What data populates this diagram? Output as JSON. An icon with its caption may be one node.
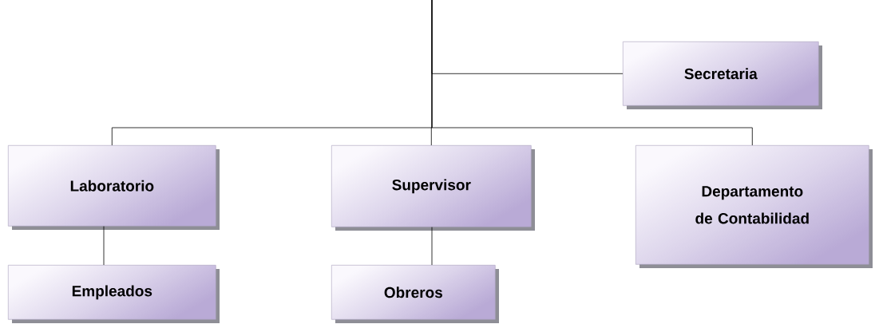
{
  "diagram": {
    "nodes": [
      {
        "text": [
          "Secretaria"
        ]
      },
      {
        "text": [
          "Laboratorio"
        ]
      },
      {
        "text": [
          "Supervisor"
        ]
      },
      {
        "text": [
          "Departamento de Contabilidad"
        ]
      },
      {
        "text": [
          "Empleados"
        ]
      },
      {
        "text": [
          "Obreros"
        ]
      }
    ],
    "edges": [
      {
        "from": null,
        "to": 0,
        "arrow": "none"
      },
      {
        "from": null,
        "to": 1,
        "arrow": "none"
      },
      {
        "from": null,
        "to": 2,
        "arrow": "none"
      },
      {
        "from": null,
        "to": 3,
        "arrow": "none"
      },
      {
        "from": 1,
        "to": 4,
        "arrow": "none"
      },
      {
        "from": 2,
        "to": 5,
        "arrow": "none"
      }
    ]
  }
}
